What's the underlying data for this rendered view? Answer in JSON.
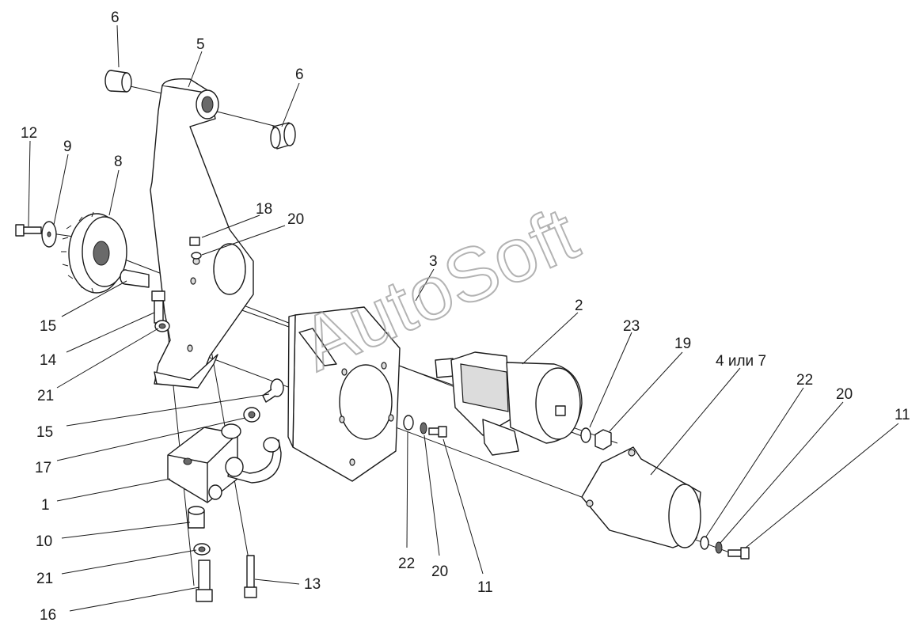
{
  "watermark": "AutoSoft",
  "callouts": [
    "6",
    "5",
    "6",
    "12",
    "9",
    "8",
    "18",
    "20",
    "3",
    "2",
    "23",
    "19",
    "4 или 7",
    "22",
    "20",
    "11",
    "15",
    "14",
    "21",
    "15",
    "17",
    "1",
    "10",
    "21",
    "16",
    "13",
    "22",
    "20",
    "11"
  ]
}
